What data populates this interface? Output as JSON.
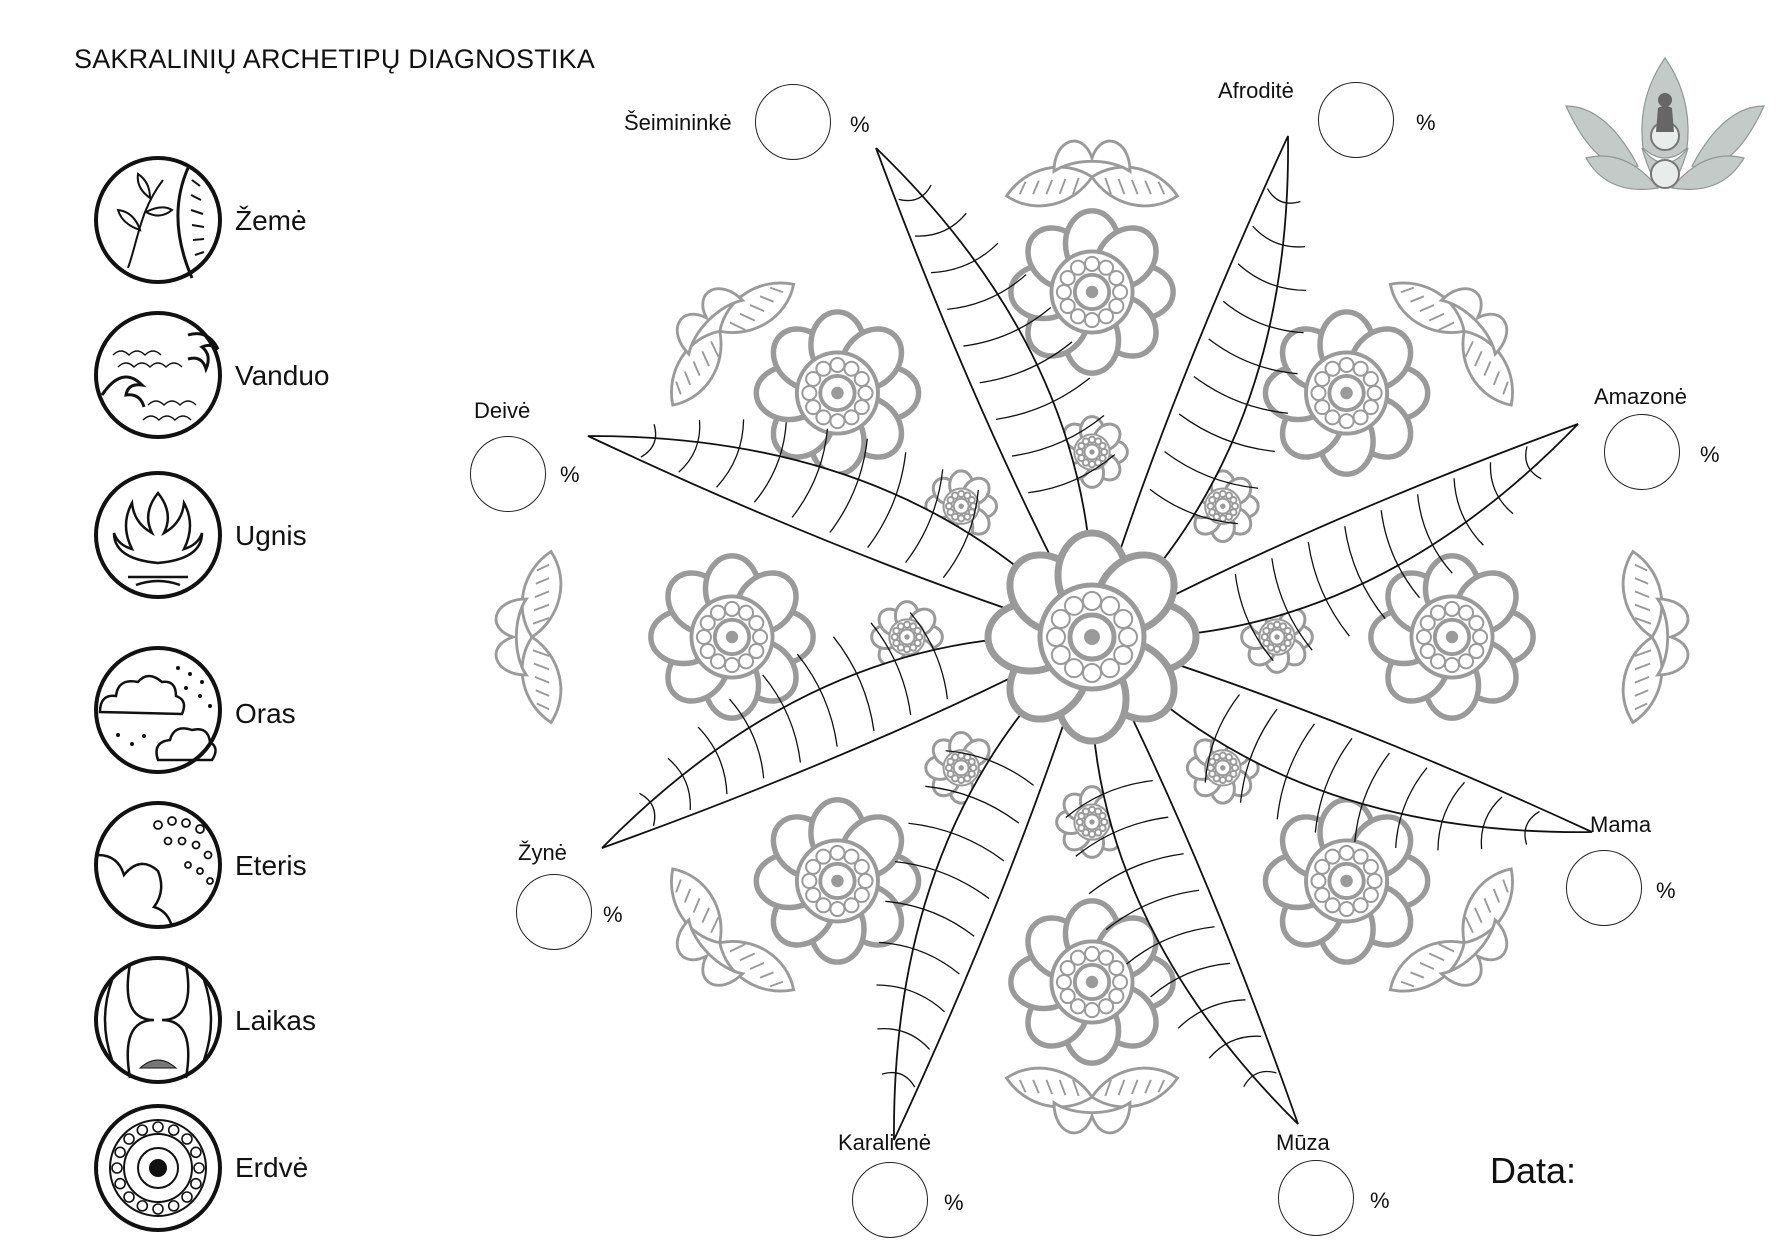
{
  "title": "SAKRALINIŲ ARCHETIPŲ DIAGNOSTIKA",
  "elements": [
    {
      "label": "Žemė",
      "icon": "earth-icon"
    },
    {
      "label": "Vanduo",
      "icon": "water-icon"
    },
    {
      "label": "Ugnis",
      "icon": "fire-icon"
    },
    {
      "label": "Oras",
      "icon": "air-icon"
    },
    {
      "label": "Eteris",
      "icon": "ether-icon"
    },
    {
      "label": "Laikas",
      "icon": "time-icon"
    },
    {
      "label": "Erdvė",
      "icon": "space-icon"
    }
  ],
  "archetypes": [
    {
      "label": "Šeimininkė",
      "percent_sign": "%"
    },
    {
      "label": "Afroditė",
      "percent_sign": "%"
    },
    {
      "label": "Amazonė",
      "percent_sign": "%"
    },
    {
      "label": "Mama",
      "percent_sign": "%"
    },
    {
      "label": "Mūza",
      "percent_sign": "%"
    },
    {
      "label": "Karalienė",
      "percent_sign": "%"
    },
    {
      "label": "Žynė",
      "percent_sign": "%"
    },
    {
      "label": "Deivė",
      "percent_sign": "%"
    }
  ],
  "date_label": "Data:",
  "colors": {
    "ink": "#111111",
    "ornament": "#9a9a9a",
    "logo": "#a9b1ad"
  },
  "logo": "lotus-logo-icon"
}
